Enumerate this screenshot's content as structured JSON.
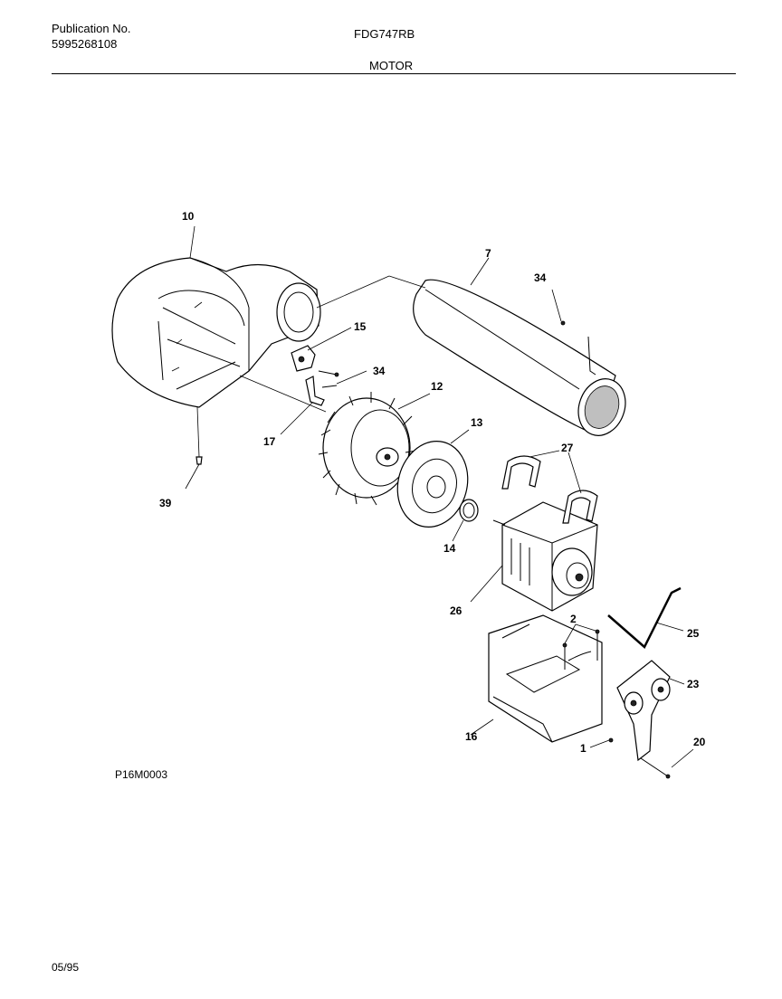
{
  "header": {
    "publication_label": "Publication No.",
    "publication_number": "5995268108",
    "model": "FDG747RB",
    "section_title": "MOTOR"
  },
  "diagram": {
    "callouts": [
      {
        "id": "10",
        "label": "10"
      },
      {
        "id": "7",
        "label": "7"
      },
      {
        "id": "34a",
        "label": "34"
      },
      {
        "id": "15",
        "label": "15"
      },
      {
        "id": "34b",
        "label": "34"
      },
      {
        "id": "12",
        "label": "12"
      },
      {
        "id": "17",
        "label": "17"
      },
      {
        "id": "13",
        "label": "13"
      },
      {
        "id": "27",
        "label": "27"
      },
      {
        "id": "39",
        "label": "39"
      },
      {
        "id": "14",
        "label": "14"
      },
      {
        "id": "26",
        "label": "26"
      },
      {
        "id": "2",
        "label": "2"
      },
      {
        "id": "25",
        "label": "25"
      },
      {
        "id": "23",
        "label": "23"
      },
      {
        "id": "16",
        "label": "16"
      },
      {
        "id": "1",
        "label": "1"
      },
      {
        "id": "20",
        "label": "20"
      }
    ]
  },
  "footer": {
    "reference_code": "P16M0003",
    "date_code": "05/95"
  }
}
